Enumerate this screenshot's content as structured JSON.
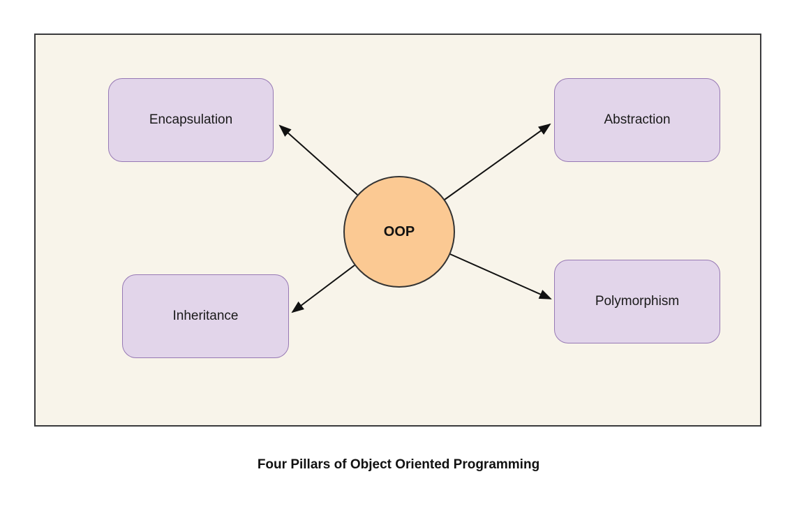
{
  "diagram": {
    "caption": "Four Pillars of Object Oriented Programming",
    "center_node": {
      "label": "OOP"
    },
    "nodes": {
      "encapsulation": {
        "label": "Encapsulation",
        "position": "top-left"
      },
      "abstraction": {
        "label": "Abstraction",
        "position": "top-right"
      },
      "inheritance": {
        "label": "Inheritance",
        "position": "bottom-left"
      },
      "polymorphism": {
        "label": "Polymorphism",
        "position": "bottom-right"
      }
    },
    "colors": {
      "canvas_bg": "#f8f4ea",
      "canvas_border": "#3a3a3c",
      "node_fill": "#e2d5ea",
      "node_border": "#9678b4",
      "center_fill": "#fbc993",
      "center_border": "#333333",
      "arrow": "#111111"
    }
  }
}
